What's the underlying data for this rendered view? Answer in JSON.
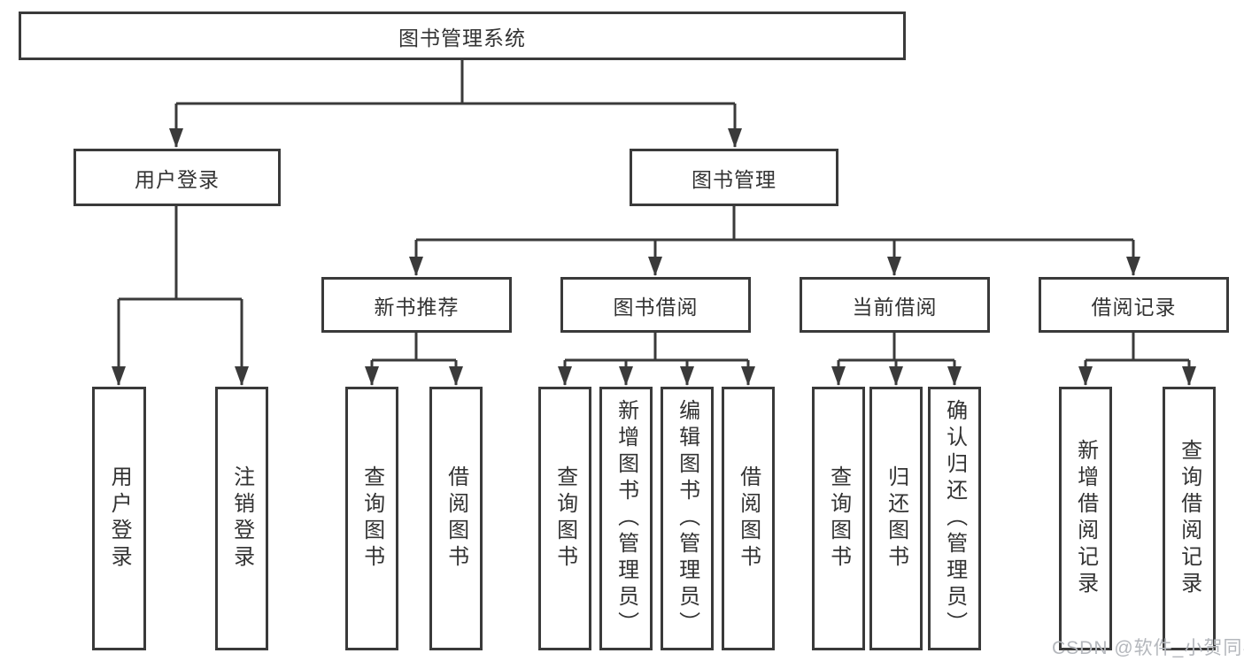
{
  "tree": {
    "root": {
      "label": "图书管理系统"
    },
    "branches": [
      {
        "label": "用户登录",
        "children": [
          {
            "label": "用户登录"
          },
          {
            "label": "注销登录"
          }
        ]
      },
      {
        "label": "图书管理",
        "children": [
          {
            "label": "新书推荐",
            "children": [
              {
                "label": "查询图书"
              },
              {
                "label": "借阅图书"
              }
            ]
          },
          {
            "label": "图书借阅",
            "children": [
              {
                "label": "查询图书"
              },
              {
                "label": "新增图书（管理员）"
              },
              {
                "label": "编辑图书（管理员）"
              },
              {
                "label": "借阅图书"
              }
            ]
          },
          {
            "label": "当前借阅",
            "children": [
              {
                "label": "查询图书"
              },
              {
                "label": "归还图书"
              },
              {
                "label": "确认归还（管理员）"
              }
            ]
          },
          {
            "label": "借阅记录",
            "children": [
              {
                "label": "新增借阅记录"
              },
              {
                "label": "查询借阅记录"
              }
            ]
          }
        ]
      }
    ]
  },
  "watermark": "CSDN @软件_小贺同学",
  "colors": {
    "line": "#3a3a3a",
    "text": "#333333",
    "box_bg": "#ffffff",
    "page_bg": "#ffffff",
    "watermark": "#b4b7bc"
  }
}
